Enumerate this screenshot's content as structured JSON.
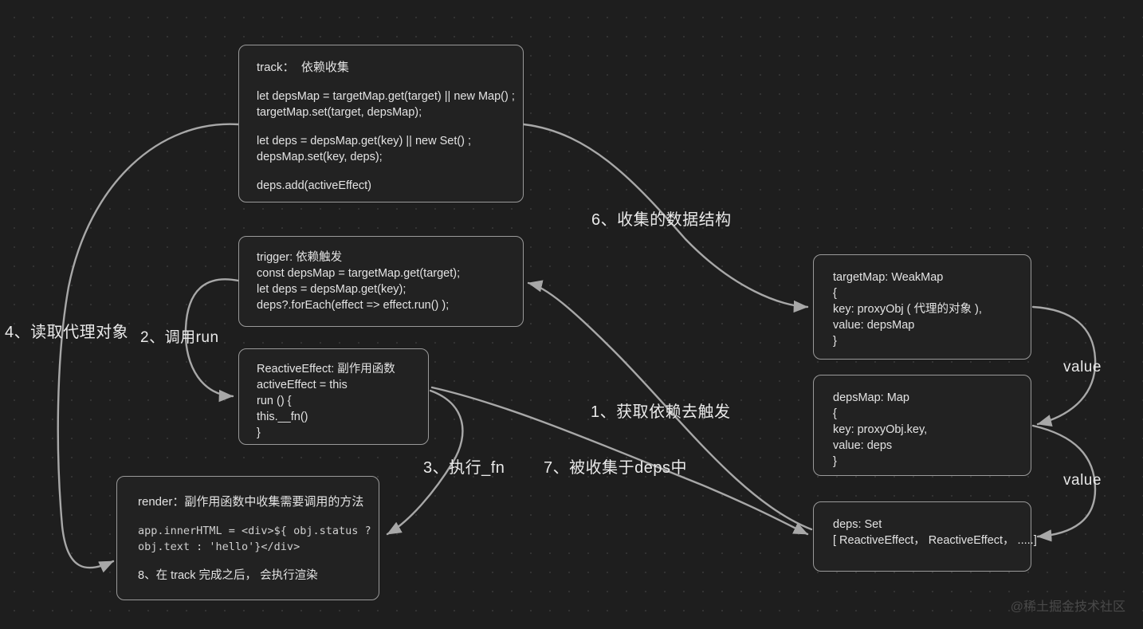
{
  "diagram": {
    "title": "Vue reactivity track/trigger flow",
    "background_color": "#1e1e1e",
    "node_fill": "#222222",
    "node_border": "#9a9a9a",
    "edge_color": "#a8a8a8",
    "text_color": "#e3e3e3"
  },
  "nodes": {
    "track": {
      "lines": [
        "track：  依赖收集",
        "let depsMap = targetMap.get(target) || new Map() ;",
        "targetMap.set(target, depsMap);",
        "let deps = depsMap.get(key) || new Set() ;",
        "depsMap.set(key, deps);",
        "deps.add(activeEffect)"
      ]
    },
    "trigger": {
      "lines": [
        "trigger: 依赖触发",
        "const depsMap = targetMap.get(target);",
        "let deps = depsMap.get(key);",
        "deps?.forEach(effect => effect.run() );"
      ]
    },
    "reactive_effect": {
      "lines": [
        "ReactiveEffect: 副作用函数",
        "activeEffect = this",
        "run () {",
        "this.__fn()",
        "}"
      ]
    },
    "render": {
      "title": "render：副作用函数中收集需要调用的方法",
      "code": [
        "app.innerHTML = <div>${ obj.status ?",
        "obj.text : 'hello'}</div>"
      ],
      "note": "8、在 track 完成之后， 会执行渲染"
    },
    "target_map": {
      "lines": [
        "targetMap: WeakMap",
        "{",
        "key: proxyObj ( 代理的对象 ),",
        "value: depsMap",
        "}"
      ]
    },
    "deps_map": {
      "lines": [
        "depsMap: Map",
        "{",
        "key: proxyObj.key,",
        "value: deps",
        "}"
      ]
    },
    "deps": {
      "lines": [
        "deps: Set",
        "[ ReactiveEffect， ReactiveEffect， .....]"
      ]
    }
  },
  "edge_labels": {
    "step4": "4、读取代理对象",
    "step2": "2、调用run",
    "step6": "6、收集的数据结构",
    "step1": "1、获取依赖去触发",
    "step3": "3、执行_fn",
    "step7": "7、被收集于deps中",
    "value_top": "value",
    "value_bottom": "value"
  },
  "watermark": "@稀土掘金技术社区"
}
